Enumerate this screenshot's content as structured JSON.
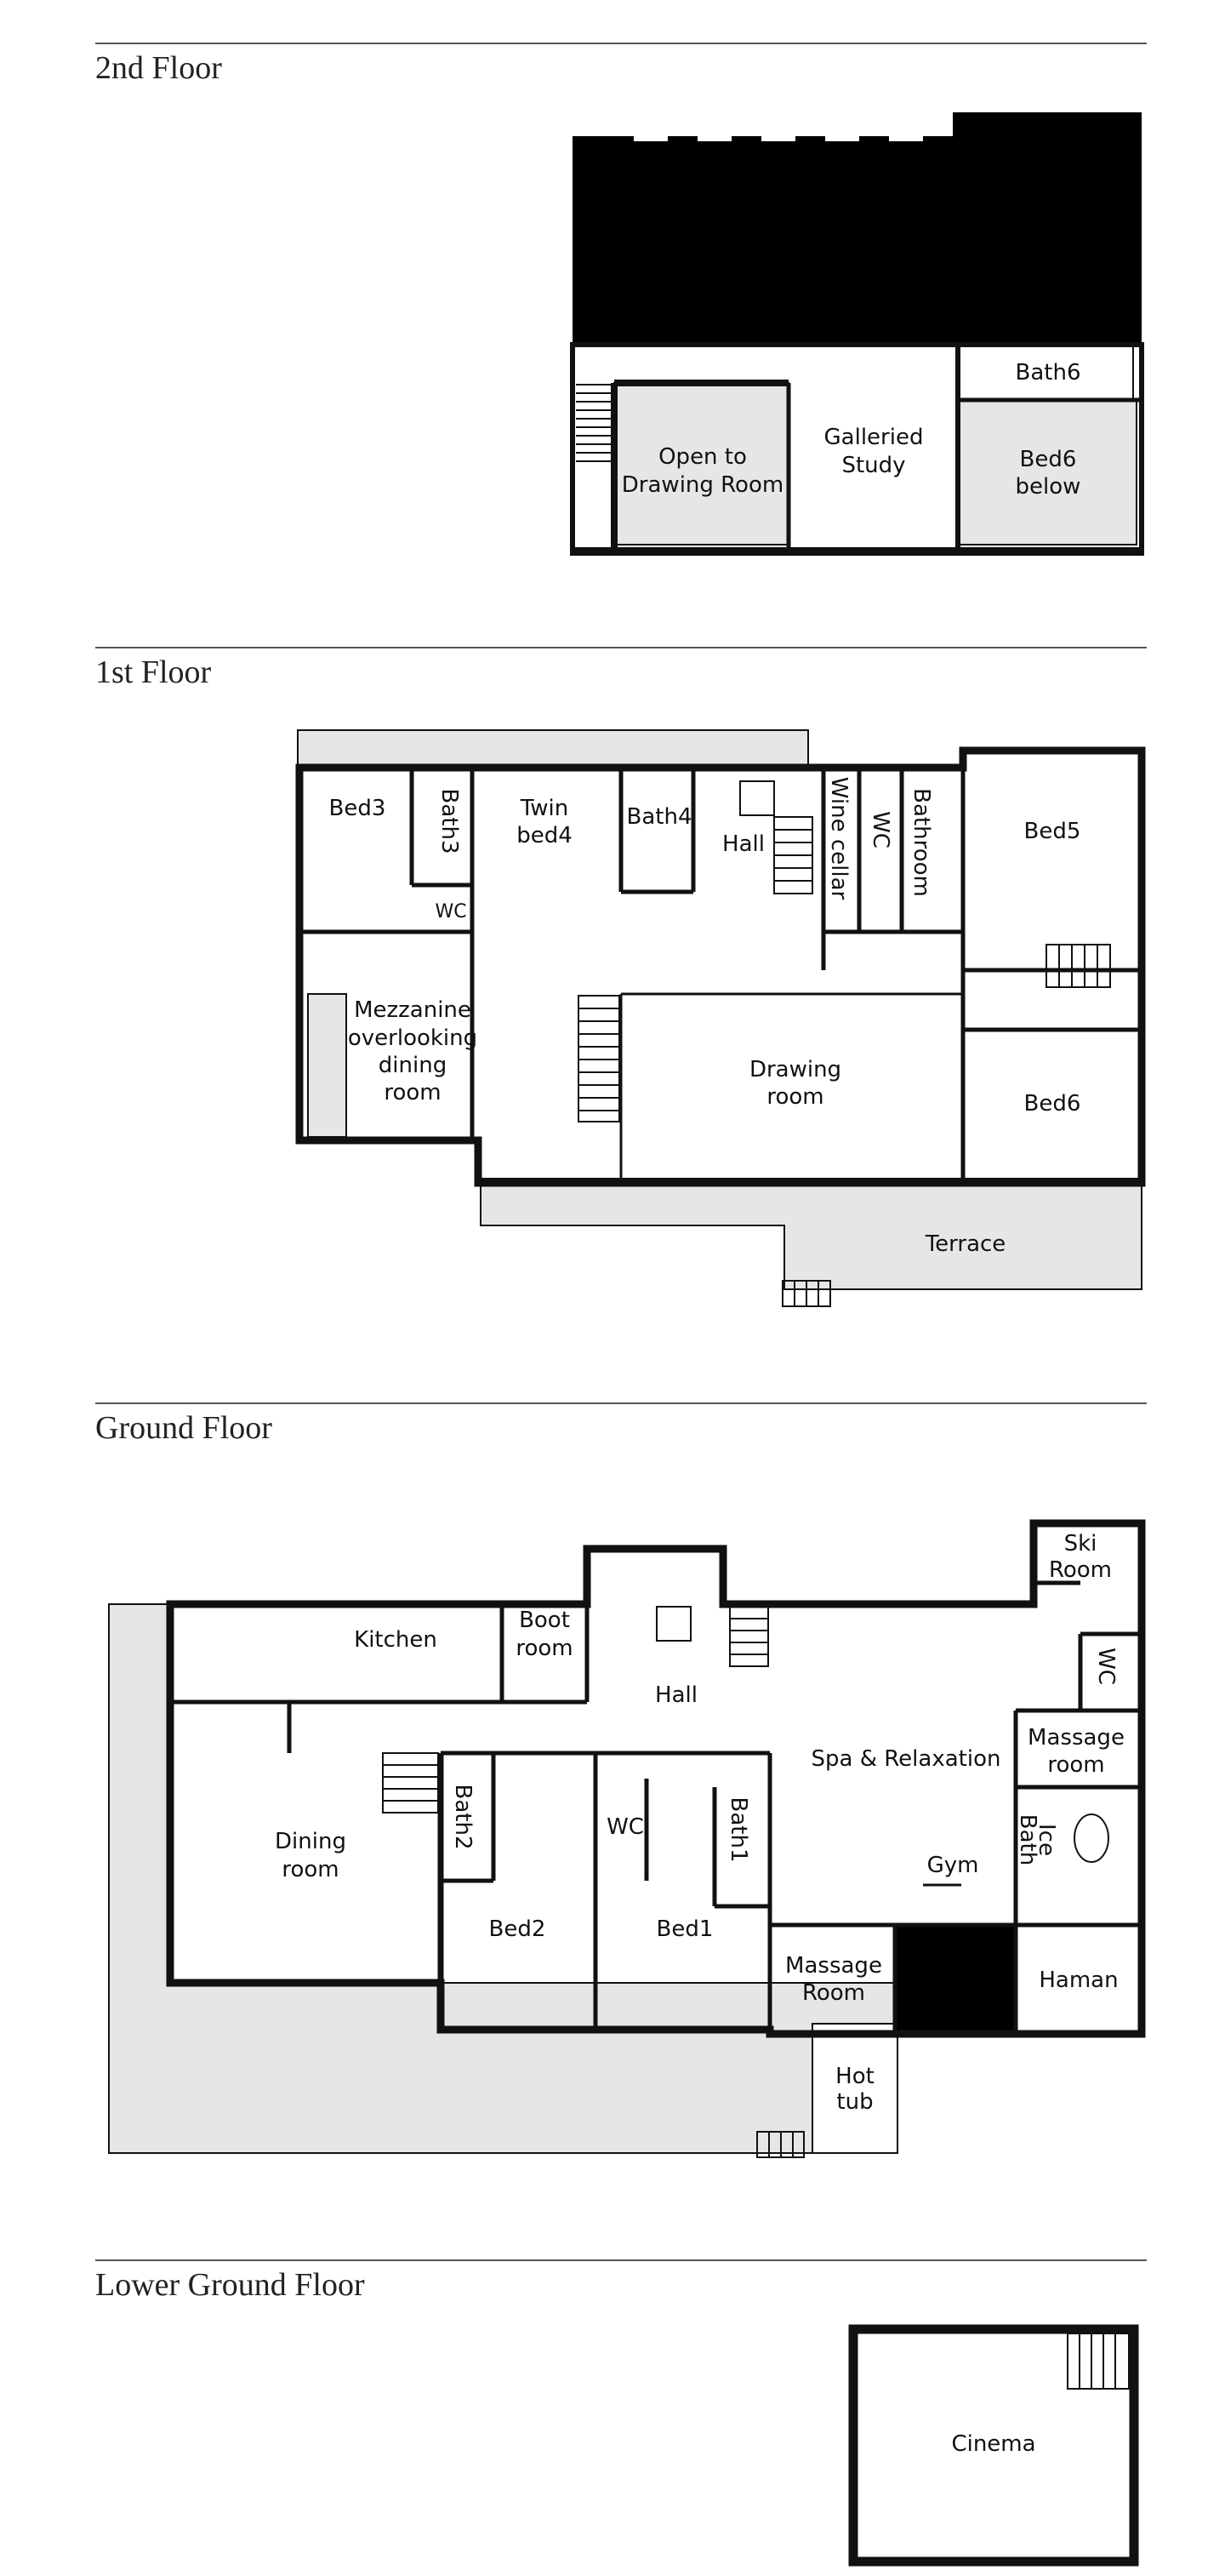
{
  "floors": {
    "second": {
      "title": "2nd Floor",
      "rooms": {
        "bath6": "Bath6",
        "open_line1": "Open to",
        "open_line2": "Drawing Room",
        "galleried_line1": "Galleried",
        "galleried_line2": "Study",
        "bed6_line1": "Bed6",
        "bed6_line2": "below"
      }
    },
    "first": {
      "title": "1st Floor",
      "rooms": {
        "bed3": "Bed3",
        "bath3": "Bath3",
        "twin_line1": "Twin",
        "twin_line2": "bed4",
        "bath4": "Bath4",
        "hall": "Hall",
        "wine_cellar": "Wine cellar",
        "wc": "WC",
        "wc2": "WC",
        "bathroom": "Bathroom",
        "bed5": "Bed5",
        "mezz_line1": "Mezzanine",
        "mezz_line2": "overlooking",
        "mezz_line3": "dining",
        "mezz_line4": "room",
        "drawing_line1": "Drawing",
        "drawing_line2": "room",
        "bed6": "Bed6",
        "terrace": "Terrace"
      }
    },
    "ground": {
      "title": "Ground Floor",
      "rooms": {
        "kitchen": "Kitchen",
        "boot_line1": "Boot",
        "boot_line2": "room",
        "hall": "Hall",
        "ski_line1": "Ski",
        "ski_line2": "Room",
        "wc": "WC",
        "massage_line1": "Massage",
        "massage_line2": "room",
        "spa": "Spa & Relaxation",
        "dining_line1": "Dining",
        "dining_line2": "room",
        "bath2": "Bath2",
        "wc2": "WC",
        "bath1": "Bath1",
        "ice_line1": "Ice",
        "ice_line2": "Bath",
        "gym": "Gym",
        "bed2": "Bed2",
        "bed1": "Bed1",
        "massage2_line1": "Massage",
        "massage2_line2": "Room",
        "haman": "Haman",
        "hottub_line1": "Hot",
        "hottub_line2": "tub"
      }
    },
    "lower": {
      "title": "Lower Ground Floor",
      "rooms": {
        "cinema": "Cinema"
      }
    }
  }
}
